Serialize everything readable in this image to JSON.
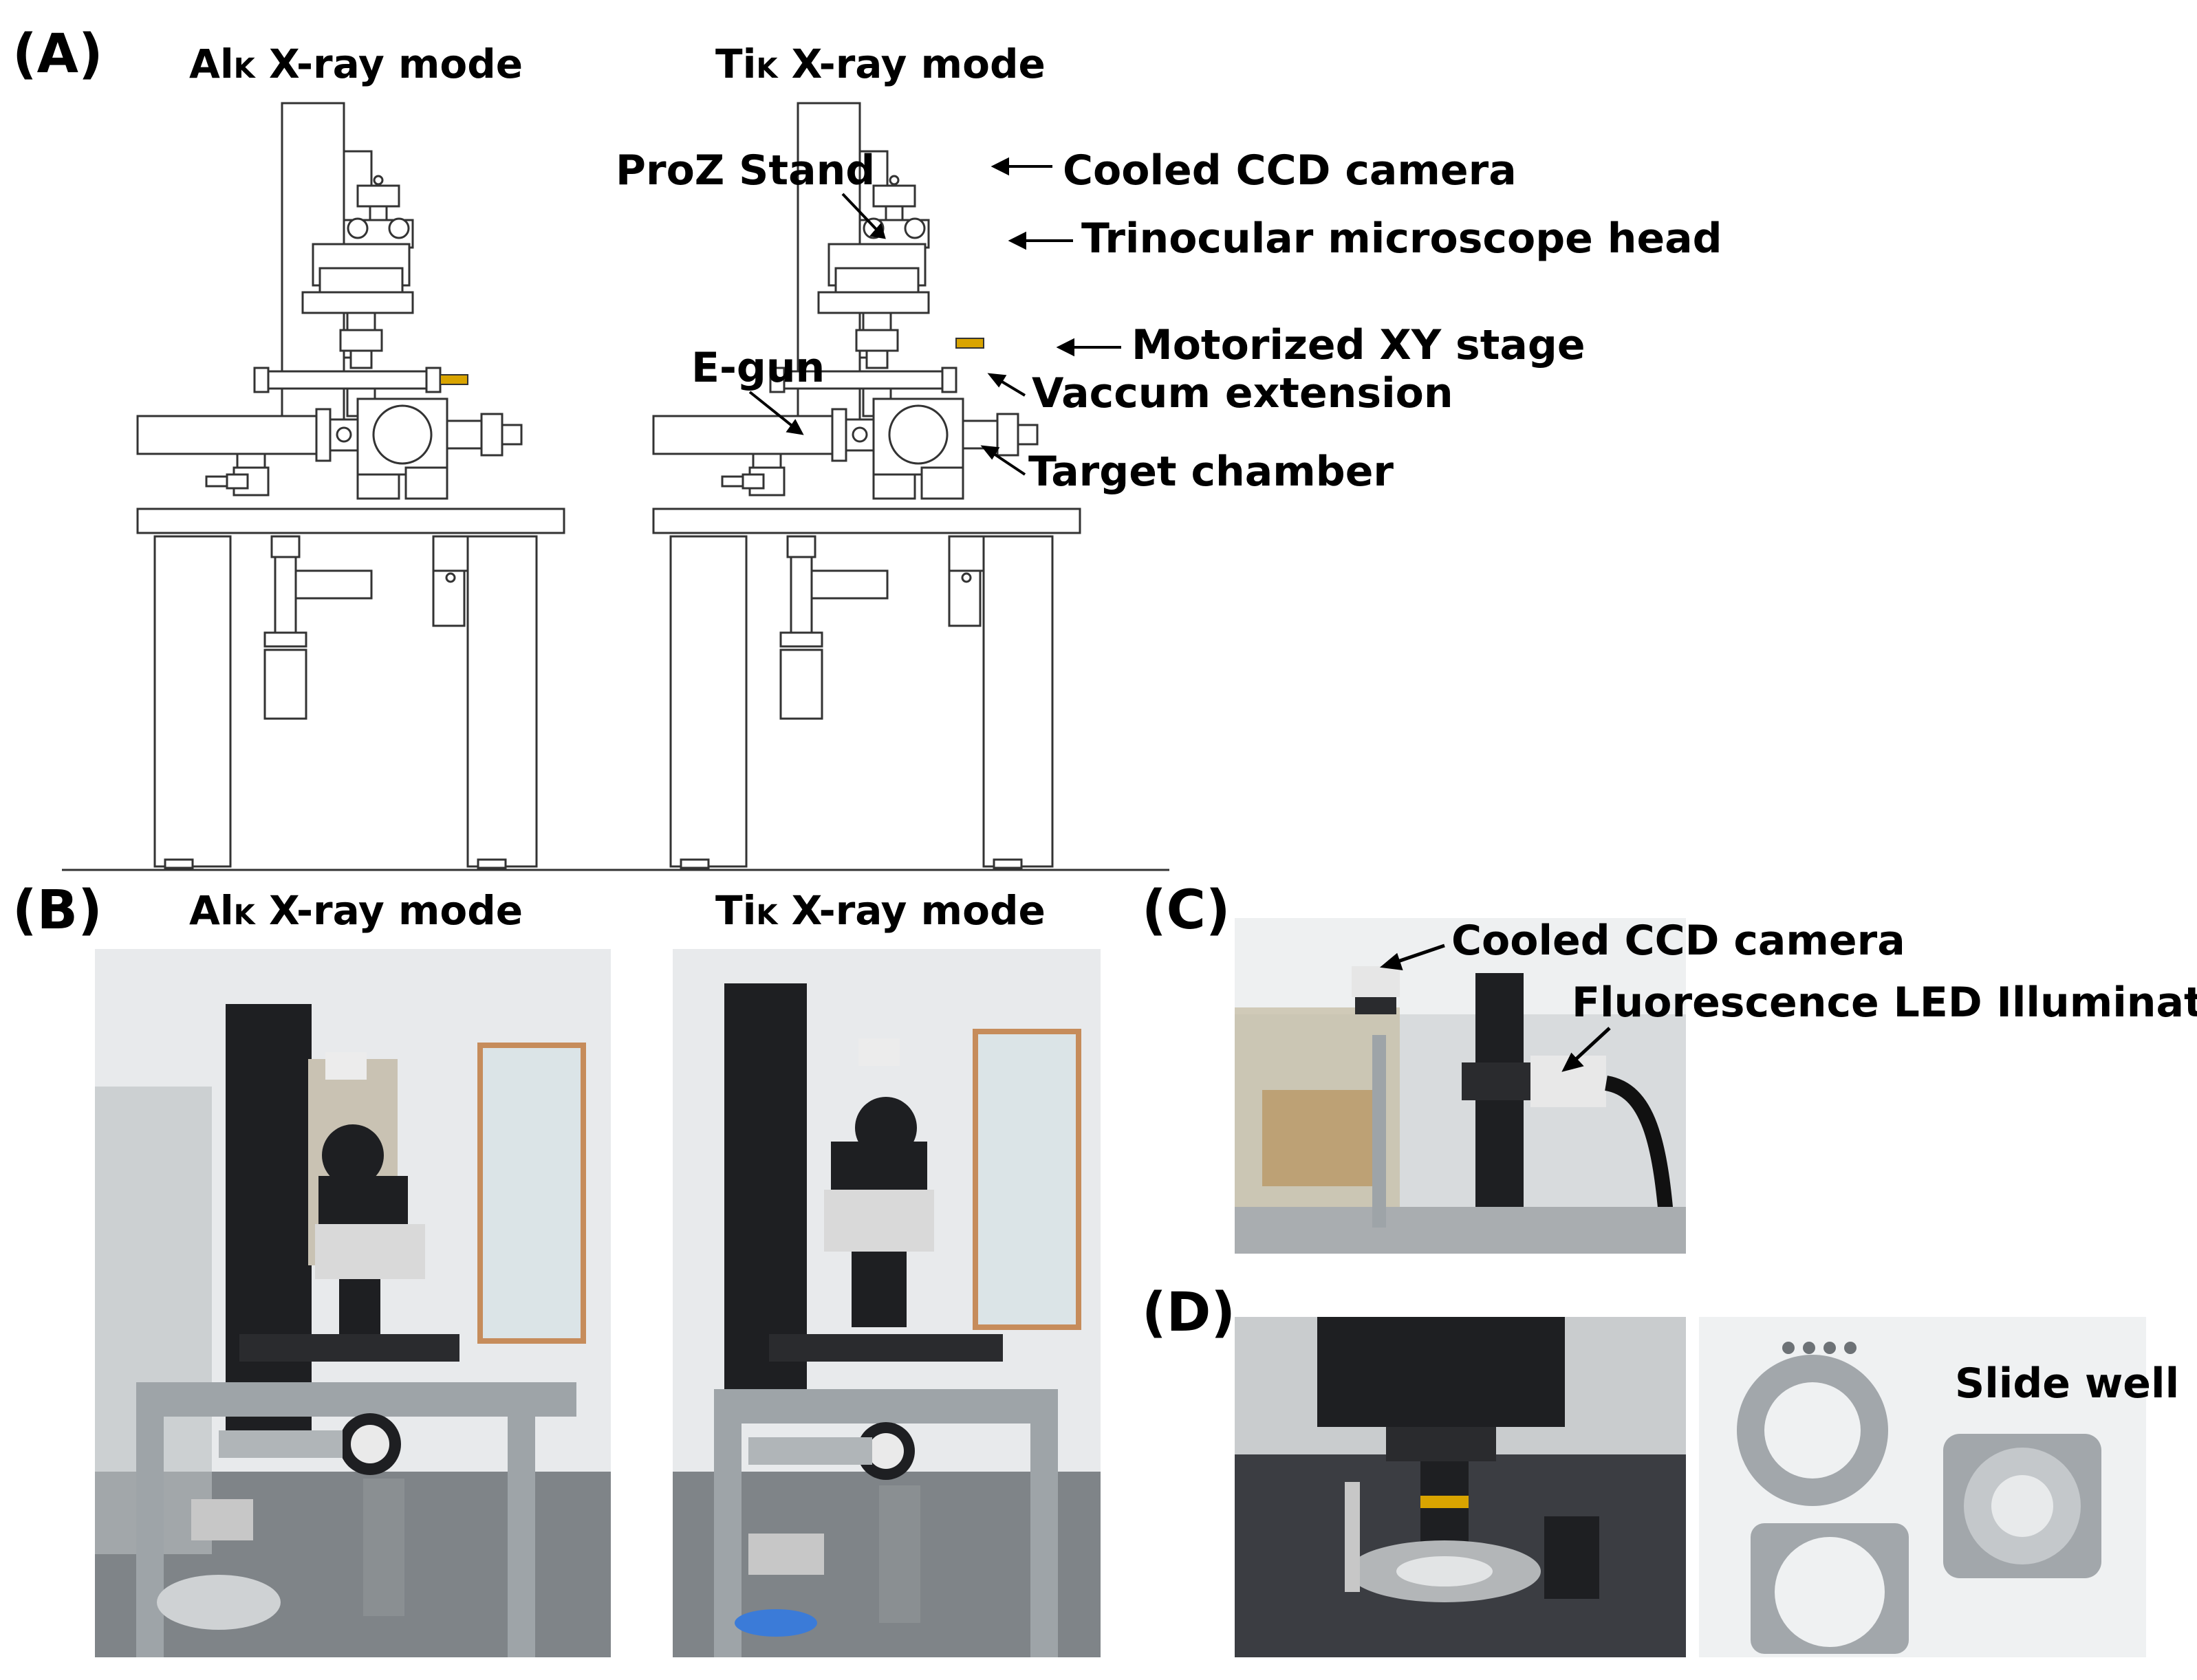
{
  "panels": {
    "a": {
      "letter": "(A)"
    },
    "b": {
      "letter": "(B)"
    },
    "c": {
      "letter": "(C)"
    },
    "d": {
      "letter": "(D)"
    }
  },
  "modes": {
    "al": {
      "prefix": "Al",
      "subscript": "K",
      "suffix": " X-ray mode"
    },
    "ti": {
      "prefix": "Ti",
      "subscript": "K",
      "suffix": " X-ray mode"
    }
  },
  "labels": {
    "proz_stand": "ProZ Stand",
    "cooled_ccd": "Cooled CCD camera",
    "trinocular": "Trinocular microscope head",
    "motorized_stage": "Motorized XY stage",
    "egun": "E-gun",
    "vacuum_extension": "Vaccum extension",
    "target_chamber": "Target chamber",
    "cooled_ccd_c": "Cooled CCD camera",
    "led_illuminator": "Fluorescence LED Illuminator",
    "slide_well": "Slide well"
  },
  "colors": {
    "line": "#333333",
    "brass": "#d9a400",
    "photo_bg": "#d8dbdd",
    "instrument_black": "#1e1f22",
    "steel": "#9ea4a8"
  }
}
